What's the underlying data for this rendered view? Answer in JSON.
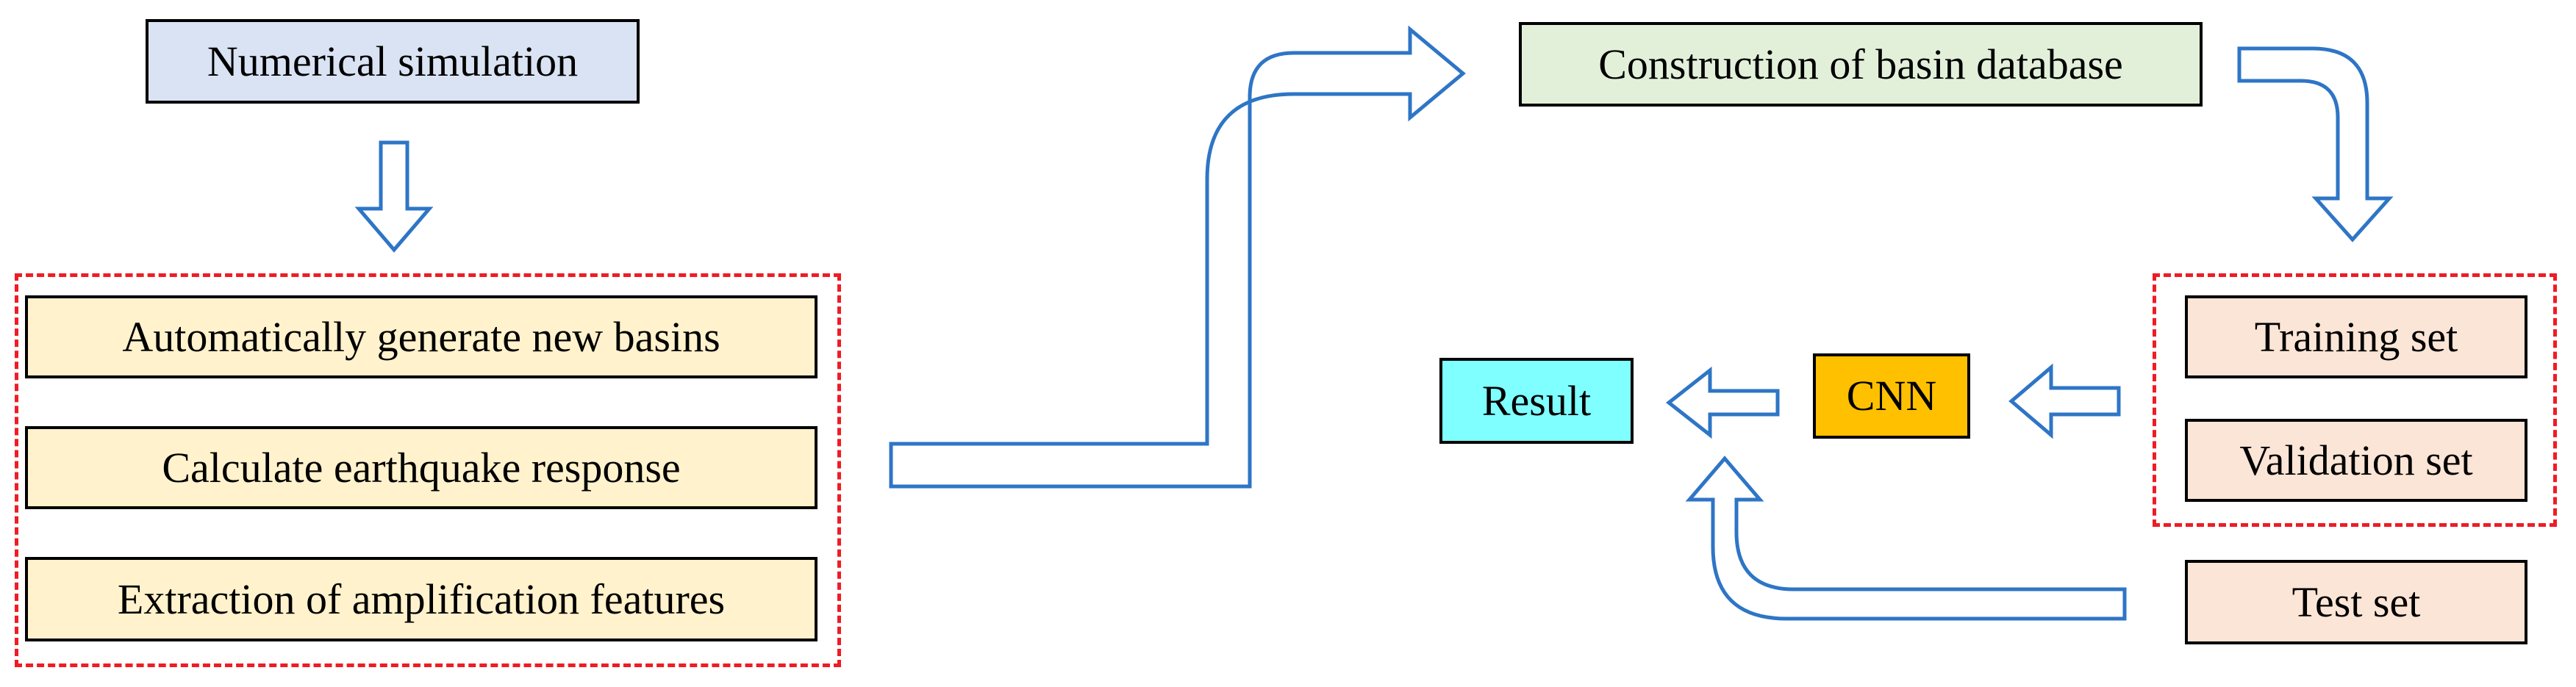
{
  "colors": {
    "sim": "#dae3f3",
    "process": "#fff2cc",
    "database": "#e2f0d9",
    "sets": "#fbe5d6",
    "cnn": "#ffc000",
    "result": "#7fffff",
    "arrow": "#2e75c6",
    "dashed": "#ee1c25"
  },
  "nodes": {
    "numerical_simulation": "Numerical simulation",
    "auto_generate": "Automatically generate new basins",
    "calc_response": "Calculate earthquake response",
    "extraction": "Extraction of amplification features",
    "database": "Construction of basin database",
    "training": "Training set",
    "validation": "Validation set",
    "test": "Test set",
    "cnn": "CNN",
    "result": "Result"
  }
}
